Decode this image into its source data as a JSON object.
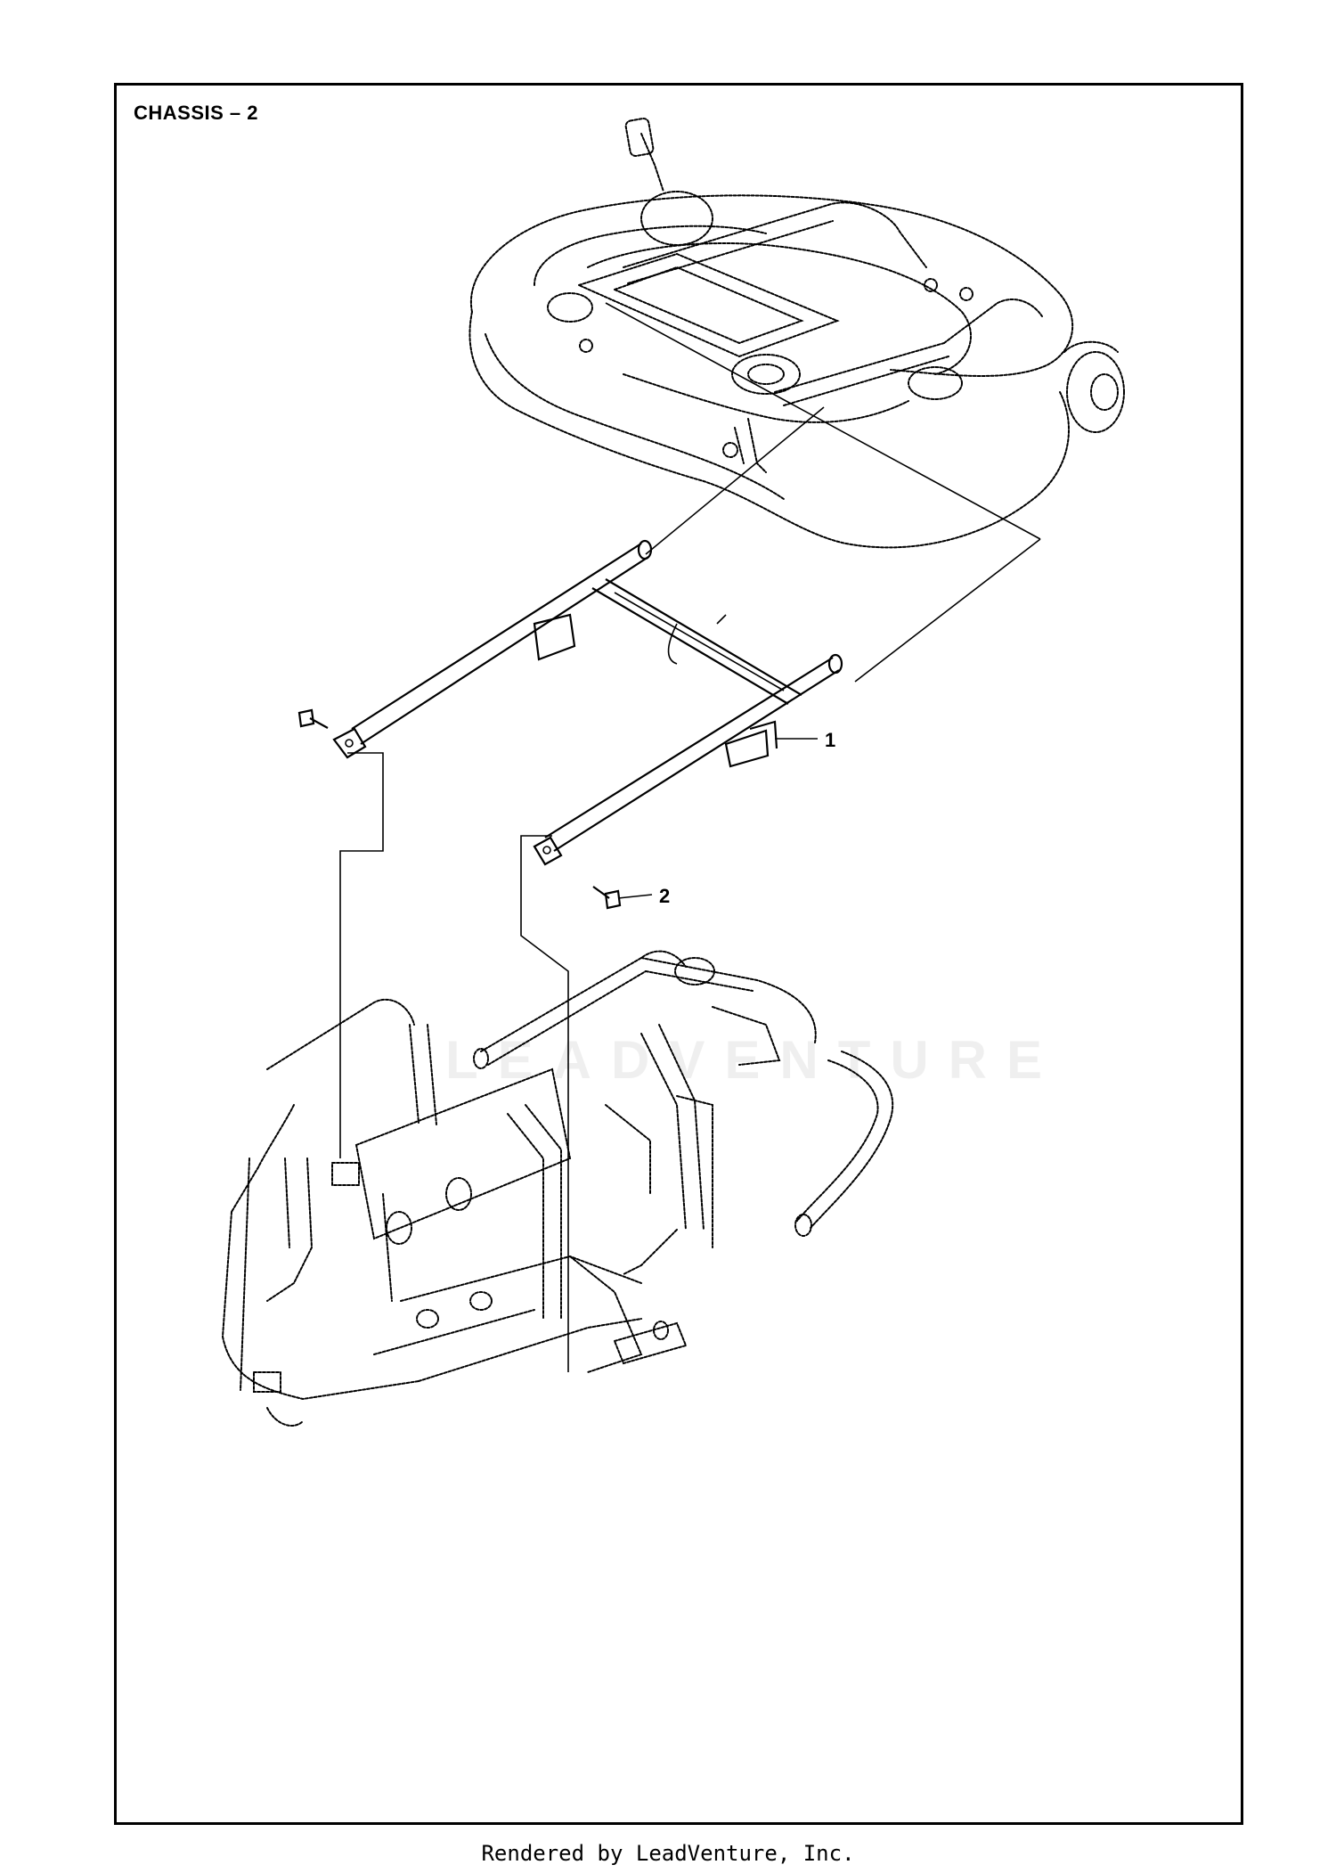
{
  "diagram": {
    "title": "CHASSIS – 2",
    "callouts": [
      {
        "id": "1",
        "label": "1"
      },
      {
        "id": "2",
        "label": "2"
      }
    ],
    "watermark_text": "LEADVENTURE"
  },
  "footer": {
    "text": "Rendered by LeadVenture, Inc."
  }
}
